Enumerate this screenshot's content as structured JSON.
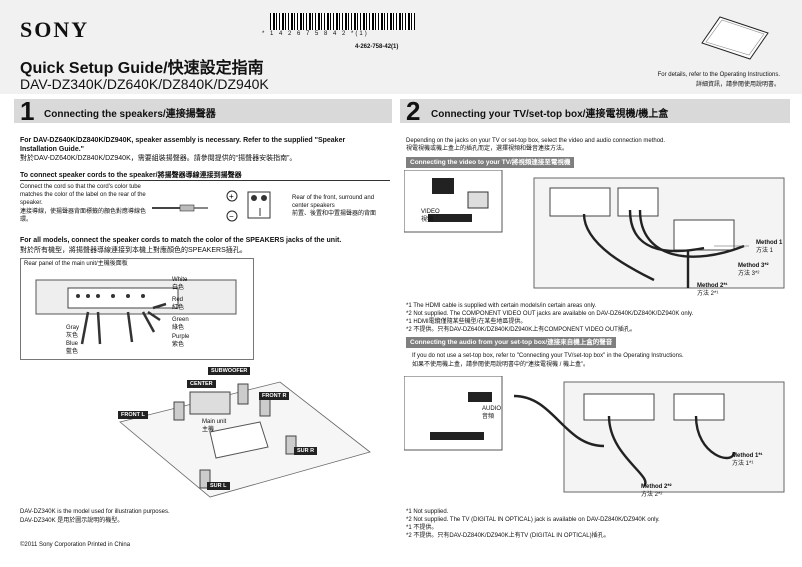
{
  "header": {
    "brand": "SONY",
    "barcode_text": "* 1 4 2 6 7 5 8 4 2 *(1)",
    "doc_code": "4-262-758-42(1)",
    "title": "Quick Setup Guide/快速設定指南",
    "models": "DAV-DZ340K/DZ640K/DZ840K/DZ940K",
    "details_en": "For details, refer to the Operating Instructions.",
    "details_zh": "詳細資訊，請參閱使用說明書。"
  },
  "section1": {
    "number": "1",
    "title": "Connecting the speakers/連接揚聲器",
    "intro_en": "For DAV-DZ640K/DZ840K/DZ940K, speaker assembly is necessary. Refer to the supplied \"Speaker Installation Guide.\"",
    "intro_zh": "對於DAV-DZ640K/DZ840K/DZ940K，需要組裝揚聲器。請參閱提供的“揚聲器安裝指南”。",
    "sub1_title": "To connect speaker cords to the speaker/將揚聲器導線連接到揚聲器",
    "sub1_en": "Connect the cord so that the cord's color tube matches the color of the label on the rear of the speaker.",
    "sub1_zh": "連接導線，使揚聲器背面標籤的顏色對應導線色環。",
    "rear_en": "Rear of the front, surround and center speakers",
    "rear_zh": "前置、後置和中置揚聲器的背面",
    "sub2_en": "For all models, connect the speaker cords to match the color of the SPEAKERS jacks of the unit.",
    "sub2_zh": "對於所有機型，將揚聲器導線連接到本機上對應顏色的SPEAKERS插孔。",
    "rear_panel": "Rear panel of the main unit/主機後面板",
    "colors": {
      "white": "White",
      "white_zh": "白色",
      "red": "Red",
      "red_zh": "紅色",
      "green": "Green",
      "green_zh": "綠色",
      "purple": "Purple",
      "purple_zh": "紫色",
      "gray": "Gray",
      "gray_zh": "灰色",
      "blue": "Blue",
      "blue_zh": "藍色"
    },
    "tags": {
      "subwoofer": "SUBWOOFER",
      "center": "CENTER",
      "front_r": "FRONT R",
      "front_l": "FRONT L",
      "sur_r": "SUR R",
      "sur_l": "SUR L"
    },
    "main_unit_en": "Main unit",
    "main_unit_zh": "主機",
    "note_en": "DAV-DZ340K is the model used for illustration purposes.",
    "note_zh": "DAV-DZ340K 是用於圖示說明的機型。",
    "copyright": "©2011 Sony Corporation   Printed in China"
  },
  "section2": {
    "number": "2",
    "title": "Connecting your TV/set-top box/連接電視機/機上盒",
    "intro_en": "Depending on the jacks on your TV or set-top box, select the video and audio connection method.",
    "intro_zh": "視電視機或機上盒上的插孔而定，選擇視頻和聲音連接方法。",
    "bar1": "Connecting the video to your TV/將視頻連接至電視機",
    "video_en": "VIDEO",
    "video_zh": "視頻",
    "m1": "Method 1",
    "m1_zh": "方法 1",
    "m3": "Method 3*²",
    "m3_zh": "方法 3*²",
    "m2": "Method 2*¹",
    "m2_zh": "方法 2*¹",
    "notes1": [
      "*1 The HDMI cable is supplied with certain models/in certain areas only.",
      "*2 Not supplied. The COMPONENT VIDEO OUT jacks are available on DAV-DZ640K/DZ840K/DZ940K only.",
      "*1 HDMI電纜僅隨某些機型/在某些地區提供。",
      "*2 不提供。只有DAV-DZ640K/DZ840K/DZ940K上有COMPONENT VIDEO OUT插孔。"
    ],
    "bar2": "Connecting the audio from your set-top box/連接來自機上盒的聲音",
    "audio_intro_en": "If you do not use a set-top box, refer to \"Connecting your TV/set-top box\" in the Operating Instructions.",
    "audio_intro_zh": "如果不使用機上盒，請參閱使用說明書中的“連接電視機 / 機上盒”。",
    "audio_en": "AUDIO",
    "audio_zh": "音頻",
    "am1": "Method 1*¹",
    "am1_zh": "方法 1*¹",
    "am2": "Method 2*²",
    "am2_zh": "方法 2*²",
    "notes2": [
      "*1 Not supplied.",
      "*2 Not supplied. The TV (DIGITAL IN OPTICAL) jack is available on DAV-DZ840K/DZ940K only.",
      "*1 不提供。",
      "*2 不提供。只有DAV-DZ840K/DZ940K上有TV (DIGITAL IN OPTICAL)插孔。"
    ]
  }
}
